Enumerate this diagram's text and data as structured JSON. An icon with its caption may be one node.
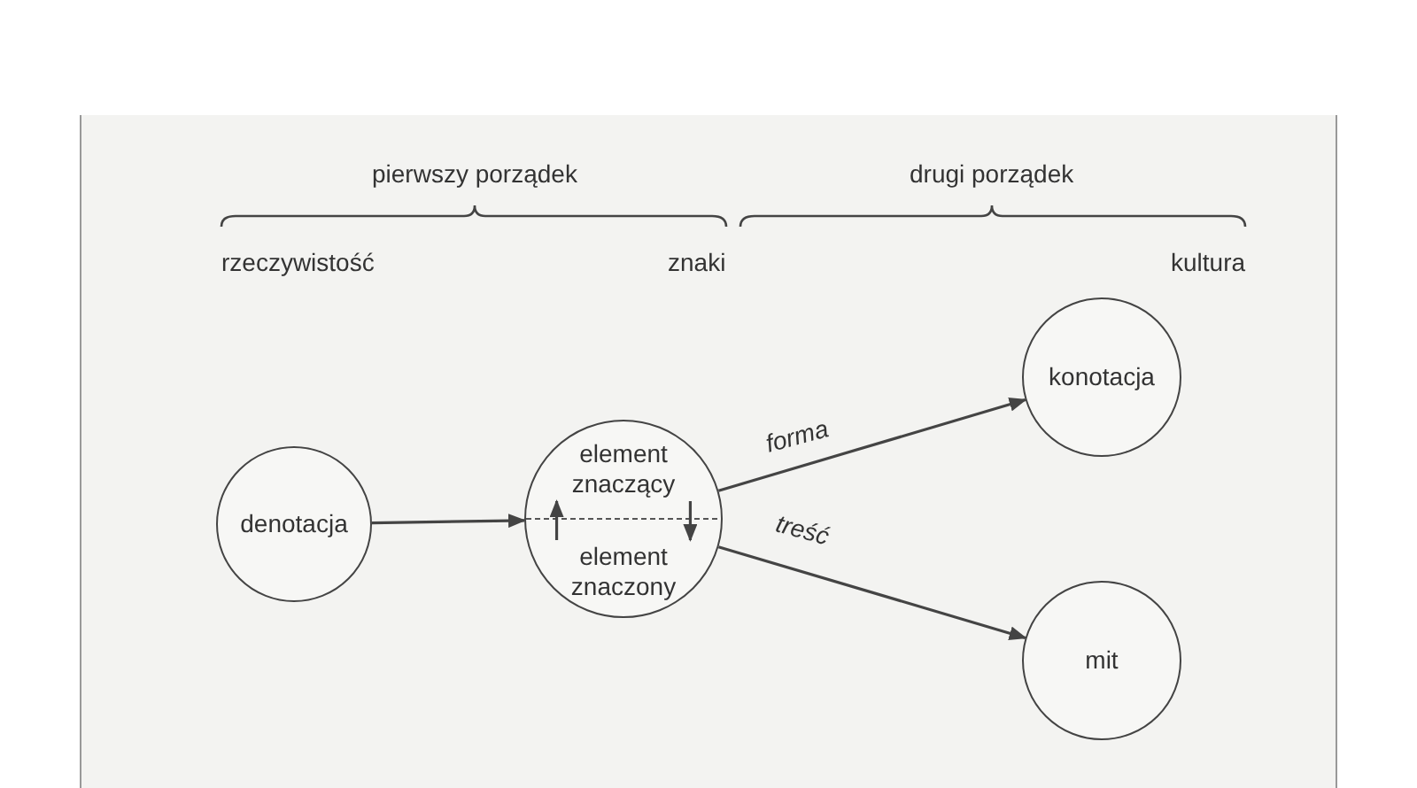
{
  "diagram": {
    "nodes": [
      {
        "text": [
          "denotacja"
        ]
      },
      {
        "text": [],
        "shape": "circle"
      },
      {
        "text": [
          "element znaczący"
        ],
        "in": 1
      },
      {
        "text": [
          "element znaczony"
        ],
        "in": 1
      },
      {
        "text": [
          "konotacja"
        ]
      },
      {
        "text": [
          "mit"
        ]
      }
    ],
    "edges": [
      {
        "from": 0,
        "to": 1,
        "arrow": "to"
      },
      {
        "from": 3,
        "to": 2,
        "arrow": "to"
      },
      {
        "from": 2,
        "to": 3,
        "arrow": "to"
      },
      {
        "from": 1,
        "to": 4,
        "arrow": "to",
        "label": "forma"
      },
      {
        "from": 1,
        "to": 5,
        "arrow": "to",
        "label": "treść"
      }
    ],
    "labels": [
      "pierwszy porządek",
      "drugi porządek",
      "rzeczywistość",
      "znaki",
      "kultura"
    ]
  }
}
